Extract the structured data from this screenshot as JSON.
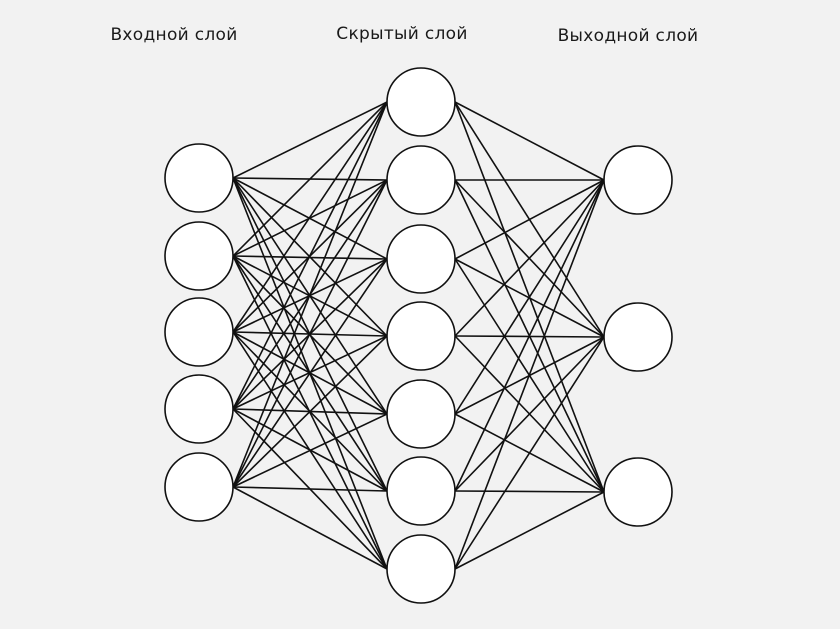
{
  "diagram": {
    "labels": {
      "input": "Входной слой",
      "hidden": "Скрытый слой",
      "output": "Выходной слой"
    },
    "layers": [
      {
        "name": "input",
        "nodes": 5
      },
      {
        "name": "hidden",
        "nodes": 7
      },
      {
        "name": "output",
        "nodes": 3
      }
    ],
    "connectivity": "fully-connected",
    "colors": {
      "background": "#f2f2f2",
      "stroke": "#111111",
      "node_fill": "#ffffff"
    }
  }
}
